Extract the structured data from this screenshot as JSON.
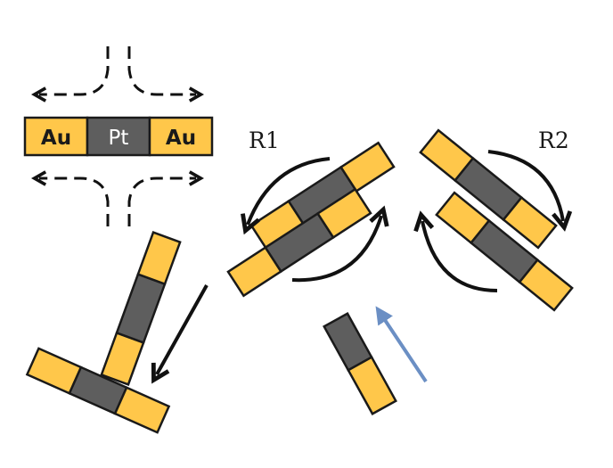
{
  "labels": {
    "au_left": "Au",
    "pt_center": "Pt",
    "au_right": "Au",
    "rotation_1": "R1",
    "rotation_2": "R2"
  },
  "colors": {
    "gold": "#FFC74A",
    "gold_dark": "#F2A81D",
    "platinum": "#5E5E5E",
    "platinum_light": "#7A7A7A",
    "outline": "#1A1A1A",
    "arrow": "#111111",
    "blue_arrow": "#6B8FC4"
  }
}
